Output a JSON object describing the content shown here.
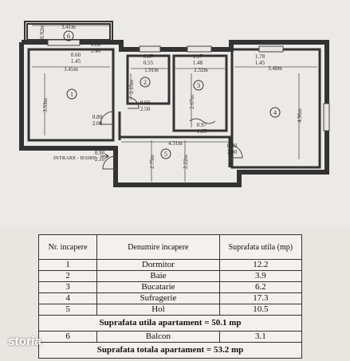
{
  "plan": {
    "rooms": [
      {
        "num": "1",
        "width": "3.45m",
        "height": "3.53m",
        "door_w": "0.60",
        "door_h": "1.45"
      },
      {
        "num": "2",
        "width": "1.91m",
        "height": "2.15m",
        "win_w": "0.87",
        "win_h": "0.55",
        "door_w": "0.60",
        "door_h": "2.50"
      },
      {
        "num": "3",
        "width": "2.32m",
        "height": "2.67m",
        "win_w": "1.17",
        "win_h": "1.48",
        "door_w": "0.97",
        "door_h": "1.95"
      },
      {
        "num": "4",
        "width": "3.48m",
        "height": "4.96m",
        "win_w": "1.78",
        "win_h": "1.45",
        "door_w": "0.80",
        "door_h": "2.00"
      },
      {
        "num": "5",
        "width": "4.31m",
        "height": "2.75m",
        "height2": "2.22m",
        "door_w": "0.80",
        "door_h": "2.00",
        "entry_w": "0.90",
        "entry_h": "2.10"
      },
      {
        "num": "6",
        "width": "3.41m",
        "height": "0.92m",
        "win_w": "0.88",
        "win_h": "2.40"
      }
    ],
    "bath_door": {
      "w": "0.80",
      "h": "2.00"
    },
    "entrance_label": "INTRARE - IESIRE"
  },
  "table": {
    "headers": {
      "nr": "Nr. incapere",
      "name": "Denumire incapere",
      "area": "Suprafata utila (mp)"
    },
    "rows": [
      {
        "nr": "1",
        "name": "Dormitor",
        "area": "12.2"
      },
      {
        "nr": "2",
        "name": "Baie",
        "area": "3.9"
      },
      {
        "nr": "3",
        "name": "Bucatarie",
        "area": "6.2"
      },
      {
        "nr": "4",
        "name": "Sufragerie",
        "area": "17.3"
      },
      {
        "nr": "5",
        "name": "Hol",
        "area": "10.5"
      }
    ],
    "useful_total": "Suprafata utila apartament = 50.1 mp",
    "balcony": {
      "nr": "6",
      "name": "Balcon",
      "area": "3.1"
    },
    "grand_total": "Suprafata totala apartament = 53.2 mp"
  },
  "watermark": "storia"
}
